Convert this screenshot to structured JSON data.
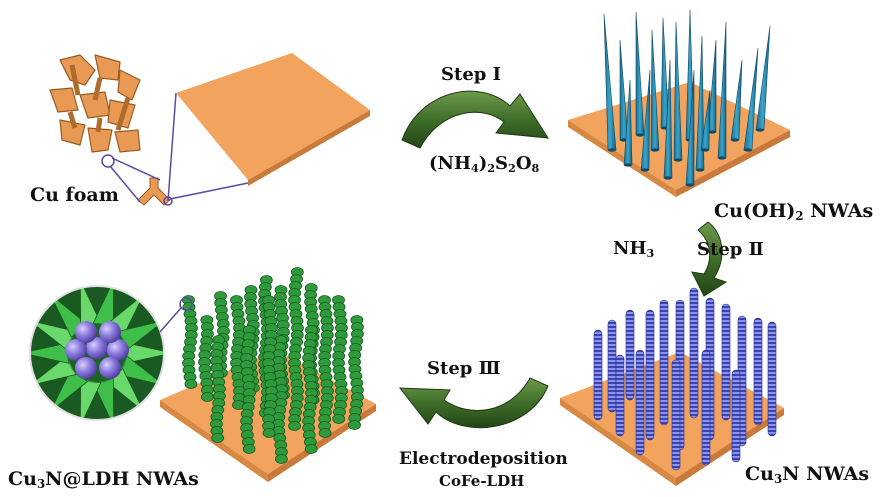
{
  "labels": {
    "cu_foam": "Cu foam",
    "step1": "Step Ⅰ",
    "reagent1": {
      "a": "(NH",
      "s1": "4",
      "b": ")",
      "s2": "2",
      "c": "S",
      "s3": "2",
      "d": "O",
      "s4": "8"
    },
    "cuoh2": {
      "a": "Cu(OH)",
      "s1": "2",
      "b": " NWAs"
    },
    "nh3": {
      "a": "NH",
      "s1": "3"
    },
    "step2": "Step Ⅱ",
    "cu3n": {
      "a": "Cu",
      "s1": "3",
      "b": "N NWAs"
    },
    "step3": "Step Ⅲ",
    "electrodeposition": "Electrodeposition",
    "cofe_ldh": "CoFe-LDH",
    "cu3n_ldh": {
      "a": "Cu",
      "s1": "3",
      "b": "N@LDH NWAs"
    }
  },
  "colors": {
    "substrate_top": "#f2a35e",
    "substrate_side": "#c97a3a",
    "foam": "#e89a55",
    "arrow": "#3f6e2a",
    "nanowire_cuoh2": "#2a8db0",
    "nanowire_cu3n": "#4b55c4",
    "nanowire_ldh": "#2f9a3c",
    "sphere": "#8070d0",
    "callout_line": "#5a4aa8"
  }
}
